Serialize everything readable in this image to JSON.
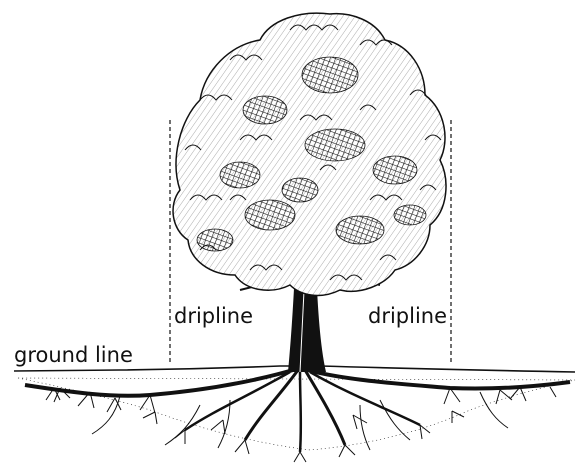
{
  "labels": {
    "dripline_left": "dripline",
    "dripline_right": "dripline",
    "ground_line": "ground line"
  },
  "colors": {
    "ink": "#111111",
    "background": "#ffffff"
  }
}
